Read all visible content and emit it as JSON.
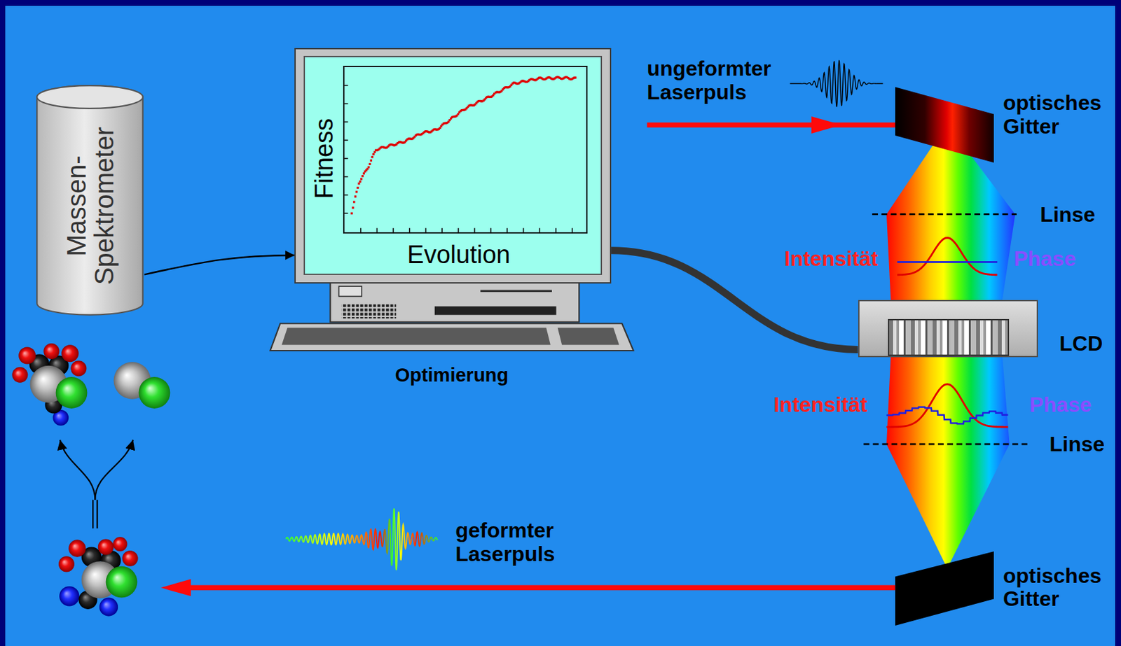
{
  "diagram": {
    "nodes": [
      {
        "text": [
          "Massen- Spektrometer"
        ]
      },
      {
        "text": [
          "Optimierung"
        ]
      },
      {
        "text": [
          "Fitness",
          "Evolution"
        ],
        "in": 1
      },
      {
        "text": [
          "optisches Gitter"
        ]
      },
      {
        "text": [
          "LCD"
        ]
      },
      {
        "text": [
          "optisches Gitter"
        ]
      }
    ],
    "edges": [
      {
        "from": 0,
        "to": 1,
        "arrow": "to"
      },
      {
        "from": 1,
        "to": 4,
        "arrow": "none"
      }
    ],
    "labels": [
      "ungeformter Laserpuls",
      "Linse",
      "Intensität",
      "Phase",
      "Intensität",
      "Phase",
      "Linse",
      "geformter Laserpuls"
    ]
  }
}
